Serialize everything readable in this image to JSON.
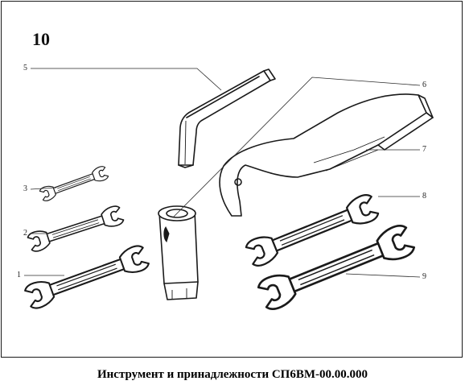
{
  "figure": {
    "number": "10",
    "caption": "Инструмент и принадлежности СП6ВМ-00.00.000"
  },
  "callouts": [
    {
      "id": "1",
      "label": "1"
    },
    {
      "id": "2",
      "label": "2"
    },
    {
      "id": "3",
      "label": "3"
    },
    {
      "id": "5",
      "label": "5"
    },
    {
      "id": "6",
      "label": "6"
    },
    {
      "id": "7",
      "label": "7"
    },
    {
      "id": "8",
      "label": "8"
    },
    {
      "id": "9",
      "label": "9"
    }
  ],
  "parts": [
    {
      "ref": "1",
      "name": "open-end-wrench-large-left"
    },
    {
      "ref": "2",
      "name": "open-end-wrench-medium-left"
    },
    {
      "ref": "3",
      "name": "open-end-wrench-small-left"
    },
    {
      "ref": "5",
      "name": "hex-key-l-shaped"
    },
    {
      "ref": "6",
      "name": "socket-wrench-tube"
    },
    {
      "ref": "7",
      "name": "hook-spanner"
    },
    {
      "ref": "8",
      "name": "open-end-wrench-right-upper"
    },
    {
      "ref": "9",
      "name": "open-end-wrench-right-lower"
    }
  ]
}
